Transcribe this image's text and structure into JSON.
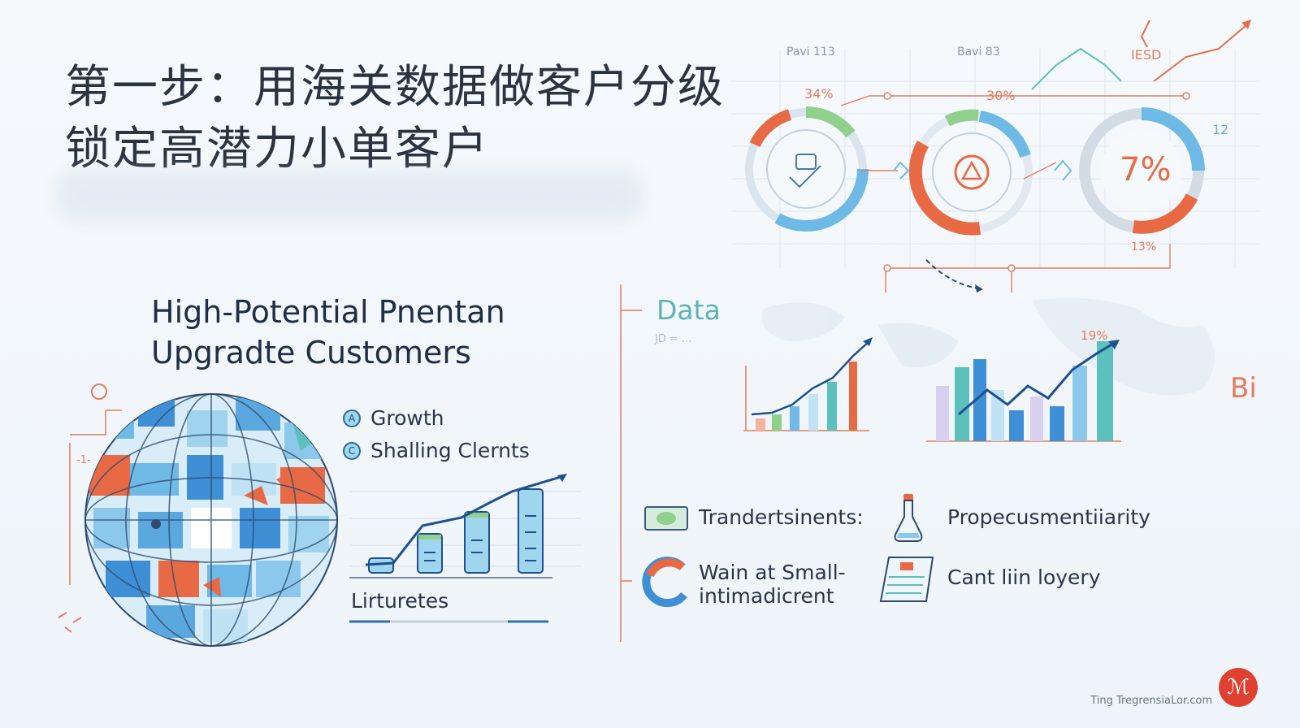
{
  "slide": {
    "title_line1": "第一步：用海关数据做客户分级",
    "title_line2": "锁定高潜力小单客户"
  },
  "left_panel": {
    "subtitle_line1": "High-Potential Pnentan",
    "subtitle_line2": "Upgradte Customers",
    "legend": [
      {
        "icon_letter": "A",
        "label": "Growth"
      },
      {
        "icon_letter": "C",
        "label": "Shalling Clernts"
      }
    ],
    "chart_caption": "Lirturetes"
  },
  "top_right": {
    "labels": [
      "Pavi 113",
      "Bavi 83",
      "IESD"
    ],
    "ring_values": [
      "34%",
      "30%",
      "7%"
    ],
    "ring_extra_labels": [
      "12",
      "13%"
    ]
  },
  "data_panel": {
    "label": "Data",
    "sub_label": "JD = ...",
    "percent": "19%",
    "side_label": "Bi"
  },
  "features": [
    {
      "icon": "money-icon",
      "label": "Trandertsinents:"
    },
    {
      "icon": "flask-icon",
      "label": "Propecusmentiiarity"
    },
    {
      "icon": "ring-icon",
      "label_line1": "Wain at Small-",
      "label_line2": "intimadicrent"
    },
    {
      "icon": "document-icon",
      "label": "Cant liin loyery"
    }
  ],
  "footer": {
    "credit": "Ting TregrensiaLor.com"
  },
  "colors": {
    "blue": "#3f8fd6",
    "light_blue": "#8cc8ec",
    "orange": "#e86a45",
    "green": "#8fd08c",
    "teal": "#5cb5b3",
    "navy": "#1f4f8f"
  }
}
